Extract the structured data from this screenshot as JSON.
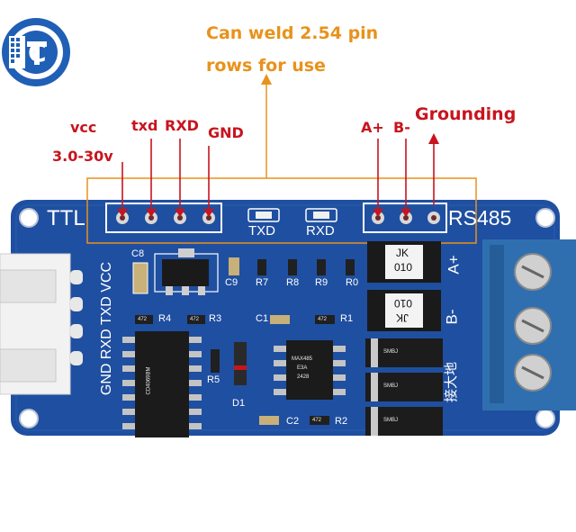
{
  "brand": {
    "logo_letter": "C"
  },
  "annotations": {
    "title_line1": "Can weld 2.54 pin",
    "title_line2": "rows for use",
    "vcc": "vcc",
    "vcc_range": "3.0-30v",
    "txd": "txd",
    "rxd": "RXD",
    "gnd": "GND",
    "a_plus": "A+",
    "b_minus": "B-",
    "grounding": "Grounding"
  },
  "board": {
    "ttl": "TTL",
    "rs485": "RS485",
    "txd_led": "TXD",
    "rxd_led": "RXD",
    "connector_label": "GND RXD TXD VCC",
    "a_plus": "A+",
    "b_minus": "B-",
    "ground_cn": "接大地",
    "c8": "C8",
    "c9": "C9",
    "r7": "R7",
    "r8": "R8",
    "r9": "R9",
    "r0": "R0",
    "r4": "R4",
    "r3": "R3",
    "r5": "R5",
    "c1": "C1",
    "r1": "R1",
    "d1": "D1",
    "c2": "C2",
    "r2": "R2",
    "diode_top_mark": "JK",
    "diode_top_code": "010",
    "diode_bot_mark": "JK",
    "diode_bot_code": "010",
    "tvs_mark": "SMBJ",
    "ic_left_mark": "CD4069BM",
    "ic_right_mark": "MAX485",
    "ic_right_mark2": "E3A",
    "ic_right_mark3": "2428",
    "res_code": "472"
  },
  "colors": {
    "pcb": "#1f4fa0",
    "pcb_dark": "#173f86",
    "annotation_orange": "#e8921c",
    "annotation_red": "#c8141e",
    "terminal": "#2f6fb0"
  }
}
